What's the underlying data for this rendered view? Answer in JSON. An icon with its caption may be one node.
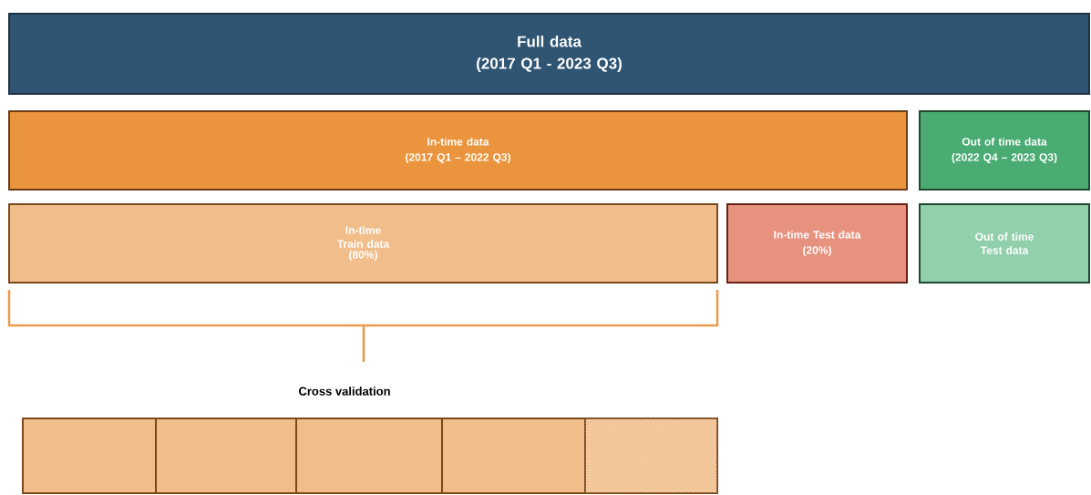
{
  "diagram": {
    "nodes": [
      {
        "text": [
          "Full data",
          "(2017 Q1 - 2023 Q3)"
        ]
      },
      {
        "text": [
          "In-time data",
          "(2017 Q1 – 2022 Q3)"
        ]
      },
      {
        "text": [
          "Out of time data",
          "(2022 Q4 – 2023 Q3)"
        ]
      },
      {
        "text": [
          "In-time Train data",
          "(80%)"
        ]
      },
      {
        "text": [
          "In-time Test data",
          "(20%)"
        ]
      },
      {
        "text": [
          "Out of time Test data"
        ]
      },
      {
        "text": [],
        "shape": "box"
      },
      {
        "text": [],
        "shape": "box"
      },
      {
        "text": [],
        "shape": "box"
      },
      {
        "text": [],
        "shape": "box"
      },
      {
        "text": [],
        "shape": "box"
      }
    ],
    "labels": [
      "Cross validation"
    ]
  }
}
